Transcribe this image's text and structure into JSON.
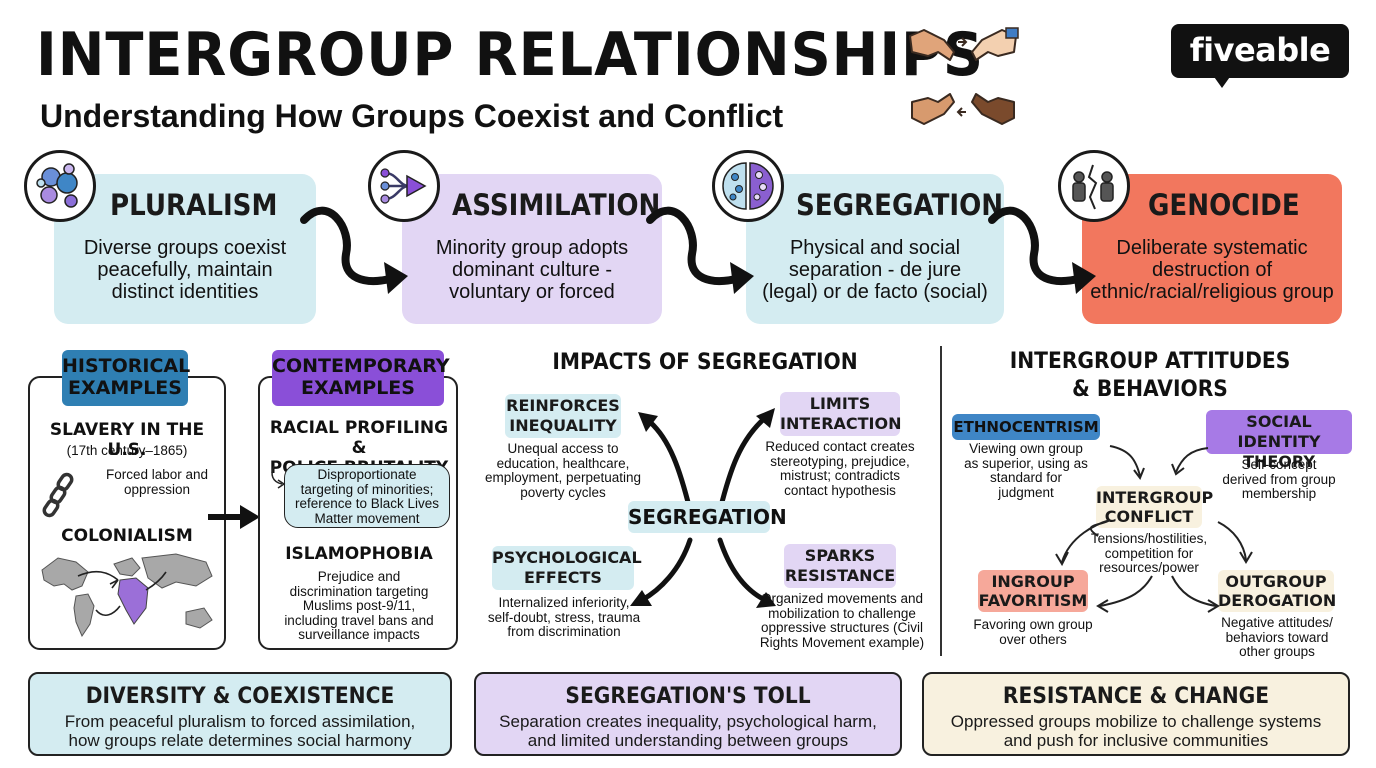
{
  "header": {
    "title": "INTERGROUP RELATIONSHIPS",
    "subtitle": "Understanding How Groups Coexist and Conflict",
    "logo": "fiveable"
  },
  "process": [
    {
      "title": "PLURALISM",
      "desc": [
        "Diverse groups coexist",
        "peacefully, maintain",
        "distinct identities"
      ],
      "color": "#d4ecf1",
      "icon": "diverse-circles-icon"
    },
    {
      "title": "ASSIMILATION",
      "desc": [
        "Minority group adopts",
        "dominant culture -",
        "voluntary or forced"
      ],
      "color": "#e2d6f4",
      "icon": "merging-arrows-icon"
    },
    {
      "title": "SEGREGATION",
      "desc": [
        "Physical and social",
        "separation - de jure",
        "(legal) or de facto (social)"
      ],
      "color": "#d4ecf1",
      "icon": "divided-circle-icon"
    },
    {
      "title": "GENOCIDE",
      "desc": [
        "Deliberate systematic",
        "destruction of",
        "ethnic/racial/religious group"
      ],
      "color": "#f2775e",
      "icon": "broken-group-icon"
    }
  ],
  "examples": {
    "historical": {
      "label": [
        "HISTORICAL",
        "EXAMPLES"
      ],
      "slavery_title": "SLAVERY IN THE U.S.",
      "slavery_dates": "(17th century–1865)",
      "slavery_desc": [
        "Forced labor and",
        "oppression"
      ],
      "colonialism_title": "COLONIALISM"
    },
    "contemporary": {
      "label": [
        "CONTEMPORARY",
        "EXAMPLES"
      ],
      "profiling_title": [
        "RACIAL PROFILING &",
        "POLICE BRUTALITY"
      ],
      "profiling_desc": [
        "Disproportionate",
        "targeting of minorities;",
        "reference to Black Lives",
        "Matter movement"
      ],
      "islamophobia_title": "ISLAMOPHOBIA",
      "islamophobia_desc": [
        "Prejudice and",
        "discrimination targeting",
        "Muslims post-9/11,",
        "including travel bans and",
        "surveillance impacts"
      ]
    }
  },
  "impacts": {
    "heading": "IMPACTS OF SEGREGATION",
    "center": "SEGREGATION",
    "items": [
      {
        "label": [
          "REINFORCES",
          "INEQUALITY"
        ],
        "desc": [
          "Unequal access to",
          "education, healthcare,",
          "employment, perpetuating",
          "poverty cycles"
        ]
      },
      {
        "label": [
          "LIMITS",
          "INTERACTION"
        ],
        "desc": [
          "Reduced contact creates",
          "stereotyping, prejudice,",
          "mistrust; contradicts",
          "contact hypothesis"
        ]
      },
      {
        "label": [
          "PSYCHOLOGICAL",
          "EFFECTS"
        ],
        "desc": [
          "Internalized inferiority,",
          "self-doubt, stress, trauma",
          "from discrimination"
        ]
      },
      {
        "label": [
          "SPARKS",
          "RESISTANCE"
        ],
        "desc": [
          "Organized movements and",
          "mobilization to challenge",
          "oppressive structures (Civil",
          "Rights Movement example)"
        ]
      }
    ]
  },
  "attitudes": {
    "heading": [
      "INTERGROUP ATTITUDES",
      "& BEHAVIORS"
    ],
    "ethnocentrism": {
      "label": "ETHNOCENTRISM",
      "desc": [
        "Viewing own group",
        "as superior, using as",
        "standard for",
        "judgment"
      ]
    },
    "social_identity": {
      "label": [
        "SOCIAL IDENTITY",
        "THEORY"
      ],
      "desc": [
        "Self-concept",
        "derived from group",
        "membership"
      ]
    },
    "conflict": {
      "label": [
        "INTERGROUP",
        "CONFLICT"
      ],
      "desc": [
        "Tensions/hostilities,",
        "competition for",
        "resources/power"
      ]
    },
    "ingroup": {
      "label": [
        "INGROUP",
        "FAVORITISM"
      ],
      "desc": [
        "Favoring own group",
        "over others"
      ]
    },
    "outgroup": {
      "label": [
        "OUTGROUP",
        "DEROGATION"
      ],
      "desc": [
        "Negative attitudes/",
        "behaviors toward",
        "other groups"
      ]
    }
  },
  "bottom": [
    {
      "title": "DIVERSITY & COEXISTENCE",
      "desc": [
        "From peaceful pluralism to forced assimilation,",
        "how groups relate determines social harmony"
      ],
      "color": "#d4ecf1"
    },
    {
      "title": "SEGREGATION'S TOLL",
      "desc": [
        "Separation creates inequality, psychological harm,",
        "and limited understanding between groups"
      ],
      "color": "#e2d6f4"
    },
    {
      "title": "RESISTANCE & CHANGE",
      "desc": [
        "Oppressed groups mobilize to challenge systems",
        "and push for inclusive communities"
      ],
      "color": "#f8f1df"
    }
  ],
  "colors": {
    "blue_tag": "#2f7fb3",
    "purple_tag": "#8a4fd8",
    "light_blue": "#d4ecf1",
    "light_purple": "#e2d6f4",
    "coral": "#f2775e",
    "light_coral": "#f6a89a",
    "cream": "#f8f1df"
  }
}
